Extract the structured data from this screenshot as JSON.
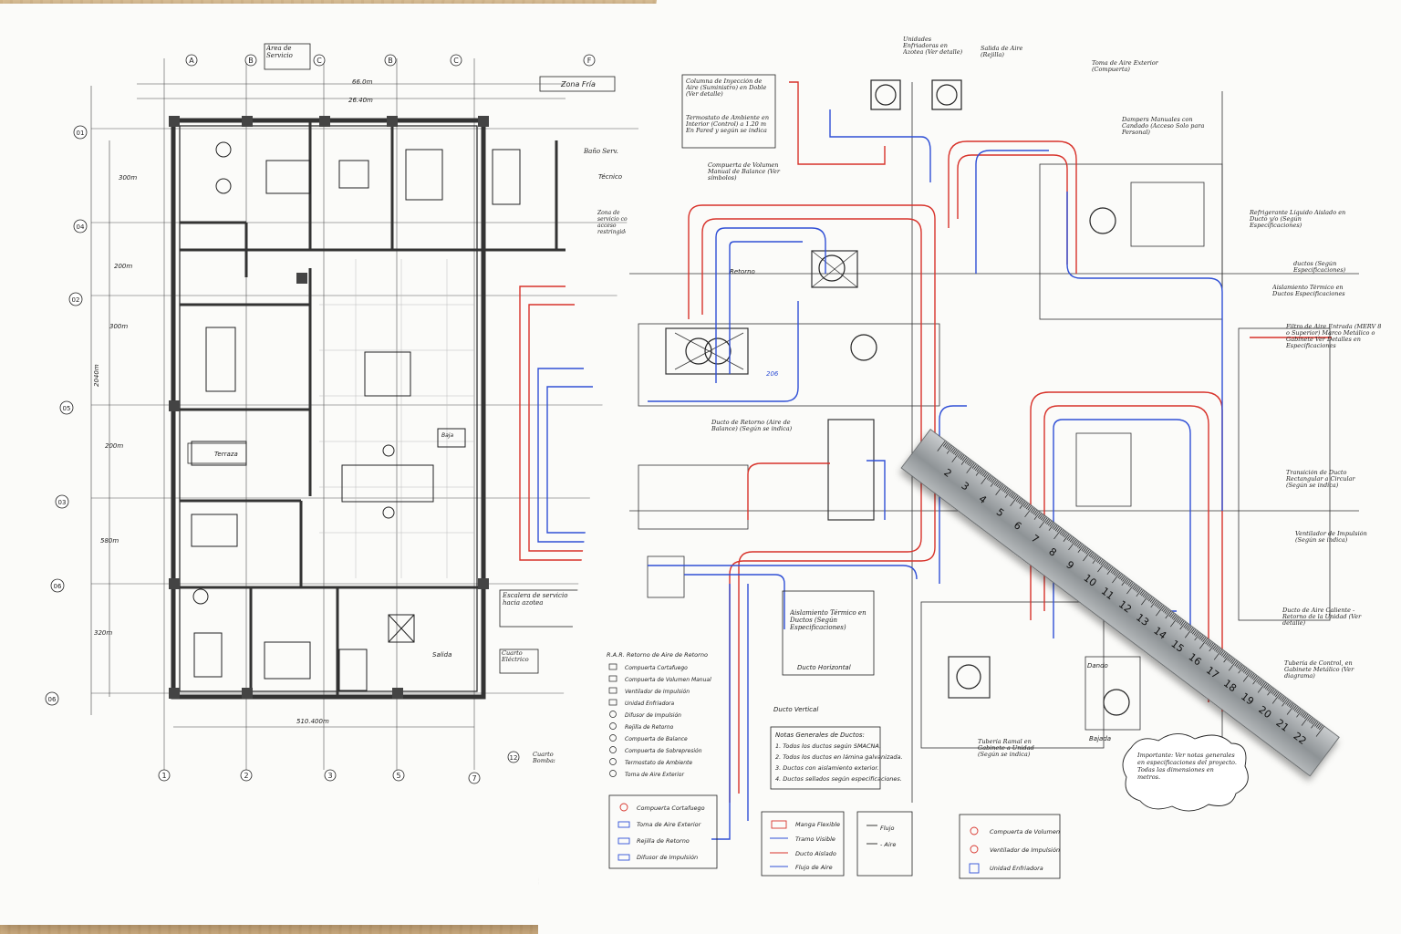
{
  "floor_plan": {
    "grid_letters": [
      "A",
      "B",
      "C",
      "B",
      "C",
      "F"
    ],
    "grid_numbers_bottom": [
      "1",
      "2",
      "3",
      "5",
      "7"
    ],
    "grid_rows_left": [
      "01",
      "04",
      "02",
      "05",
      "03",
      "06",
      "06"
    ],
    "dims_left": [
      "300m",
      "200m",
      "300m",
      "200m",
      "580m",
      "320m"
    ],
    "dim_vertical": "2040m",
    "dims_top": [
      "26.40m",
      "66.0m"
    ],
    "dim_bottom": "510.400m",
    "labels": {
      "area_servicio": "Área de Servicio",
      "zona_fria": "Zona Fría",
      "bano": "Baño Serv.",
      "tecnico": "Técnico",
      "zona_servicio": "Zona de servicio con acceso restringido",
      "terraza": "Terraza",
      "escalera": "Escalera de servicio hacia azotea",
      "cuarto_electrico": "Cuarto Eléctrico",
      "salida": "Salida",
      "cuarto_bombas": "Cuarto Bombas",
      "grid_12": "12",
      "baja": "Baja"
    }
  },
  "hvac_plan": {
    "callouts": {
      "unidades": "Unidades Enfriadoras en Azotea (Ver detalle)",
      "salida_aire": "Salida de Aire (Rejilla)",
      "toma_aire": "Toma de Aire Exterior (Compuerta)",
      "columna": "Columna de Inyección de Aire (Suministro) en Doble (Ver detalle)",
      "termostato": "Termostato de Ambiente en Interior (Control) a 1.20 m En Pared y según se indica",
      "dampers": "Dampers Manuales con Candado (Acceso Solo para Personal)",
      "compuerta_volumen": "Compuerta de Volumen Manual de Balance (Ver símbolos)",
      "refrigerante": "Refrigerante Líquido Aislado en Ducto y/o (Según Especificaciones)",
      "retorno": "Retorno",
      "ductos": "ductos (Según Especificaciones)",
      "aislamiento": "Aislamiento Térmico en Ductos Especificaciones",
      "filtro": "Filtro de Aire Entrada (MERV 8 o Superior) Marco Metálico o Gabinete Ver Detalles en Especificaciones",
      "dim_206": "206",
      "ducto_retorno": "Ducto de Retorno (Aire de Balance) (Según se indica)",
      "transicion": "Transición de Ducto Rectangular a Circular (Según se indica)",
      "ventilador": "Ventilador de Impulsión (Según se indica)",
      "ducto_frio": "Ducto de Aire Caliente - Retorno de la Unidad (Ver detalle)",
      "tuberia": "Tubería de Control, en Gabinete Metálico (Ver diagrama)",
      "aislamiento_box": "Aislamiento Térmico en Ductos (Según Especificaciones)",
      "ducto_horizontal": "Ducto Horizontal",
      "ducto_vertical": "Ducto Vertical",
      "bajada": "Bajada",
      "dando": "Dando",
      "tuberia_gabinete": "Tubería Ramal en Gabinete a Unidad (Según se indica)"
    },
    "notas_title": "Notas Generales de Ductos:",
    "notas": [
      "1. Todos los ductos según SMACNA.",
      "2. Todos los ductos en lámina galvanizada.",
      "3. Ductos con aislamiento exterior.",
      "4. Ductos sellados según especificaciones."
    ],
    "importante": "Importante: Ver notas generales en especificaciones del proyecto. Todas las dimensiones en metros.",
    "legend_title": "R.A.R. Retorno de Aire de Retorno",
    "legend": [
      "Compuerta Cortafuego",
      "Compuerta de Volumen Manual",
      "Ventilador de Impulsión",
      "Unidad Enfriadora",
      "Difusor de Impulsión",
      "Rejilla de Retorno",
      "Compuerta de Balance",
      "Compuerta de Sobrepresión",
      "Termostato de Ambiente",
      "Toma de Aire Exterior"
    ],
    "box1": [
      "Compuerta Cortafuego",
      "Toma de Aire Exterior",
      "Rejilla de Retorno",
      "Difusor de Impulsión"
    ],
    "box2": [
      "Manga Flexible",
      "Tramo Visible",
      "Ducto Aislado",
      "Flujo de Aire"
    ],
    "box3": [
      "Flujo",
      "- Aire"
    ],
    "box4": [
      "Compuerta de Volumen",
      "Ventilador de Impulsión",
      "Unidad Enfriadora"
    ]
  },
  "ruler": {
    "numbers": [
      "2",
      "3",
      "4",
      "5",
      "6",
      "7",
      "8",
      "9",
      "10",
      "11",
      "12",
      "13",
      "14",
      "15",
      "16",
      "17",
      "18",
      "19",
      "20",
      "21",
      "22"
    ]
  },
  "colors": {
    "supply": "#2f4fd6",
    "return": "#d8332b",
    "line": "#1d1d1d",
    "paper": "#fbfbf9"
  }
}
